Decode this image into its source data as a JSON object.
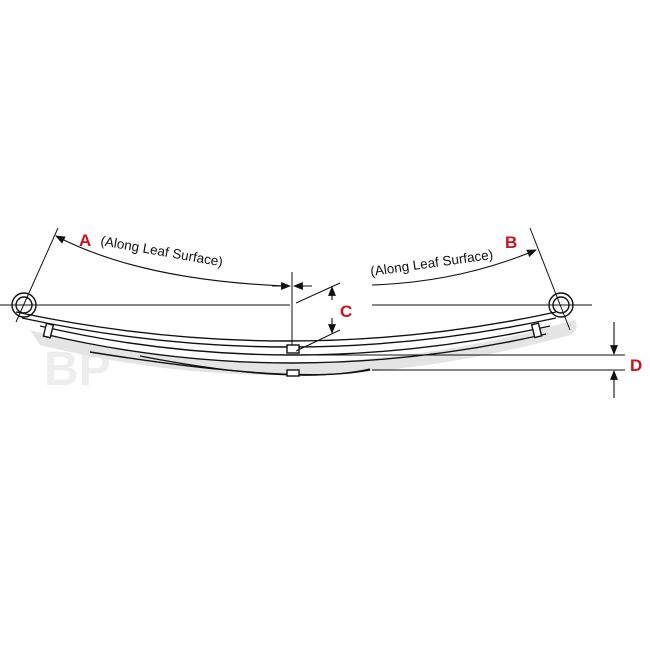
{
  "diagram": {
    "labels": {
      "a": "A",
      "b": "B",
      "c": "C",
      "d": "D"
    },
    "note_a": "(Along Leaf Surface)",
    "note_b": "(Along Leaf Surface)",
    "watermark": "BP",
    "colors": {
      "label": "#d0101b",
      "line": "#111111",
      "shadow": "#e2e2e2",
      "watermark": "#ececec"
    }
  }
}
